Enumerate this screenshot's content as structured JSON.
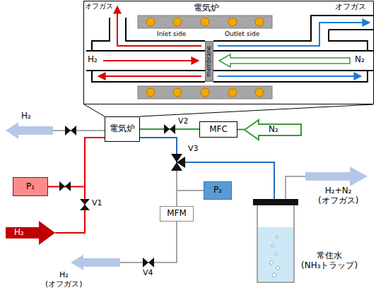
{
  "diagram": {
    "nodes": [
      {
        "text": [
          "電気炉"
        ]
      },
      {
        "text": [
          "membrane"
        ],
        "in": 0
      },
      {
        "text": [
          "電気炉"
        ]
      },
      {
        "text": [
          "MFC"
        ]
      },
      {
        "text": [
          "P₁"
        ]
      },
      {
        "text": [
          "P₂"
        ]
      },
      {
        "text": [
          "MFM"
        ]
      },
      {
        "text": [
          "常住水 (NH₃トラップ)"
        ]
      }
    ],
    "edges": [
      {
        "from": 0,
        "to": 2,
        "arrow": "none"
      },
      {
        "from": 3,
        "to": 2,
        "arrow": "none"
      },
      {
        "from": 4,
        "to": 2,
        "arrow": "none"
      },
      {
        "from": 2,
        "to": 6,
        "arrow": "none"
      },
      {
        "from": 2,
        "to": 7,
        "arrow": "none"
      },
      {
        "from": 5,
        "to": 6,
        "arrow": "none"
      }
    ],
    "labels": [
      "オフガス",
      "オフガス",
      "H₂",
      "N₂",
      "Inlet side",
      "Outlet side",
      "H₂",
      "V2",
      "N₂",
      "V3",
      "V1",
      "H₂",
      "H₂+N₂ (オフガス)",
      "H₂ (オフガス)",
      "V4"
    ]
  }
}
